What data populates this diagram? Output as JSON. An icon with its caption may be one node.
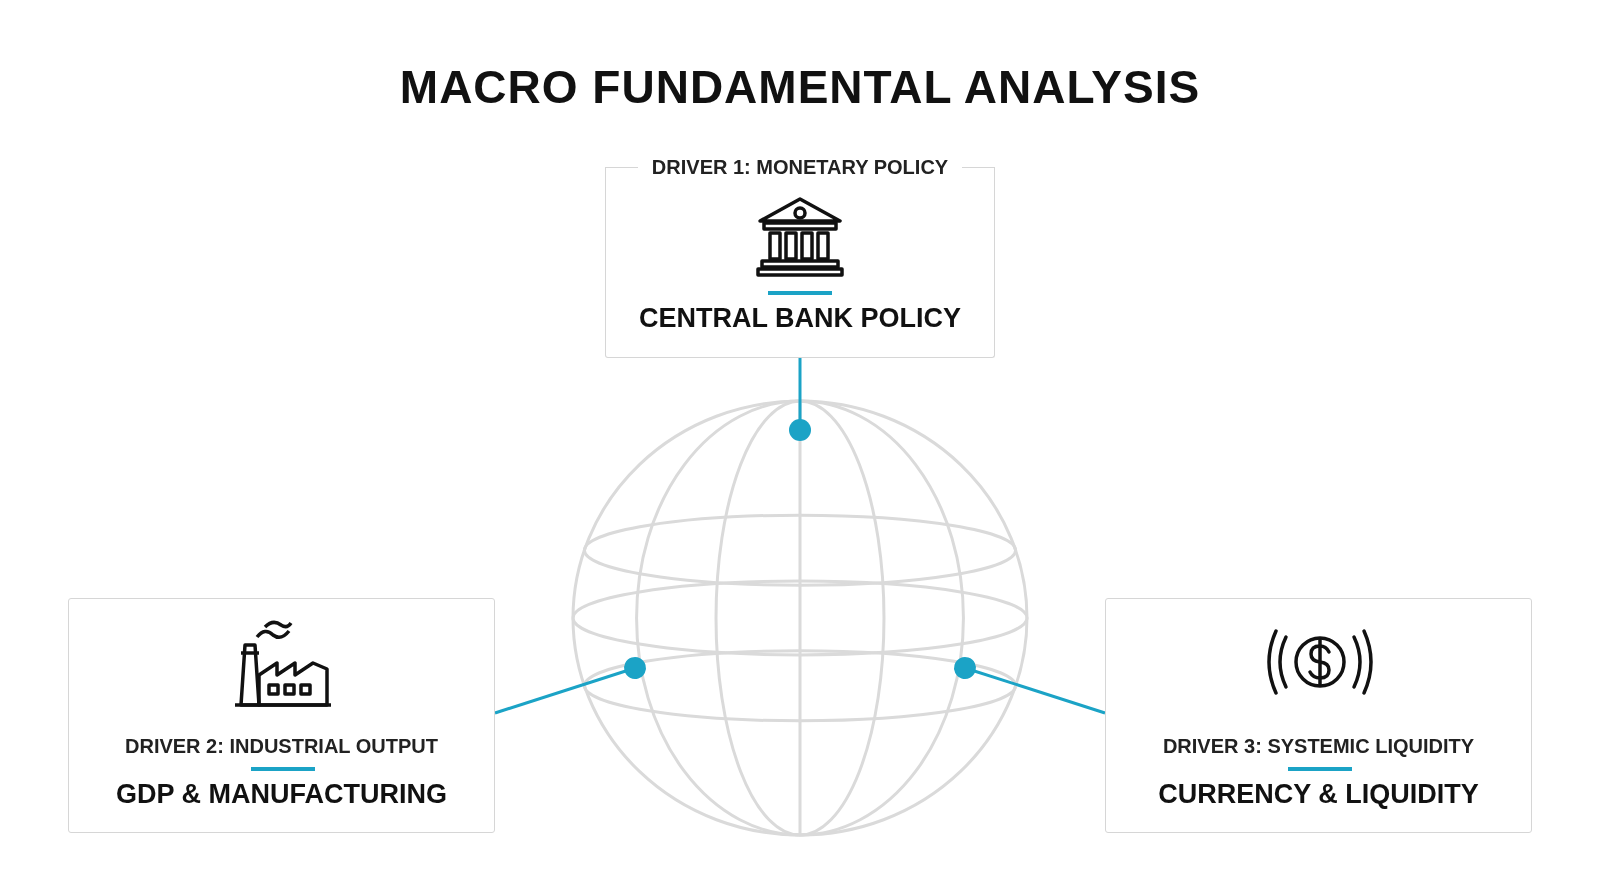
{
  "diagram": {
    "title": "MACRO FUNDAMENTAL ANALYSIS",
    "nodes": [
      {
        "text": [
          "DRIVER 1: MONETARY POLICY",
          "CENTRAL BANK POLICY"
        ]
      },
      {
        "text": [
          "DRIVER 2: INDUSTRIAL OUTPUT",
          "GDP & MANUFACTURING"
        ]
      },
      {
        "text": [
          "DRIVER 3: SYSTEMIC LIQUIDITY",
          "CURRENCY & LIQUIDITY"
        ]
      },
      {
        "text": [],
        "shape": "picture"
      }
    ],
    "edges": [
      {
        "from": 0,
        "to": 3,
        "arrow": "other"
      },
      {
        "from": 1,
        "to": 3,
        "arrow": "other"
      },
      {
        "from": 2,
        "to": 3,
        "arrow": "other"
      }
    ]
  }
}
